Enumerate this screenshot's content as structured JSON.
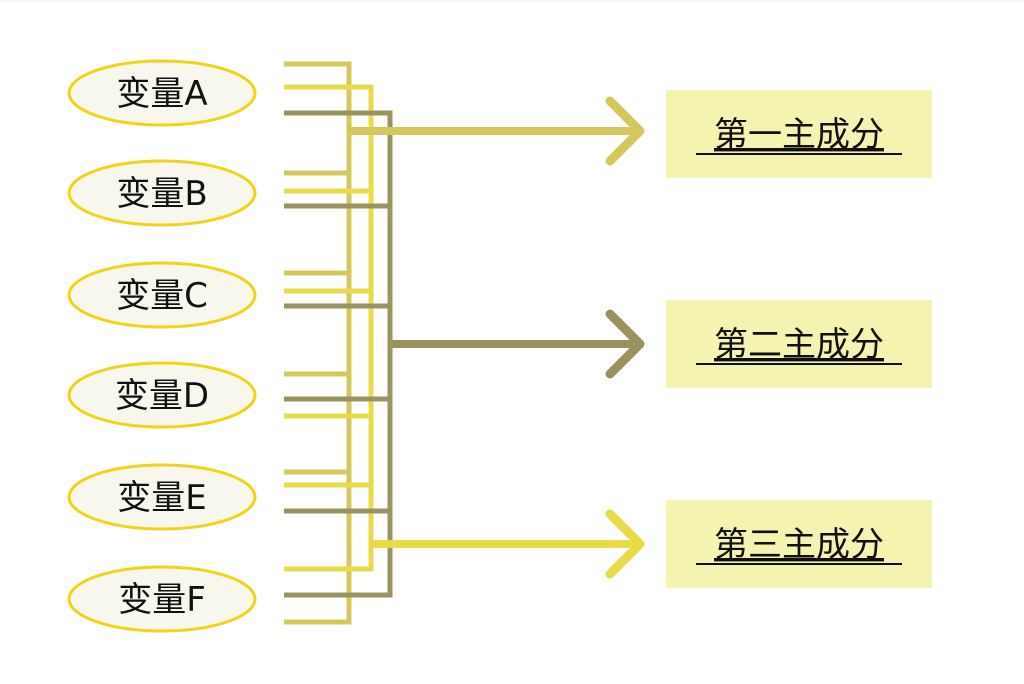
{
  "diagram": {
    "type": "pca-variable-to-component",
    "colors": {
      "ellipse_fill": "#f8f7ee",
      "ellipse_stroke": "#f2d417",
      "box_fill": "#f5f3b0",
      "component_1": "#d4c85c",
      "component_2": "#9a9360",
      "component_3": "#e8db48",
      "text": "#111111"
    },
    "variables": [
      {
        "id": "A",
        "label": "变量A"
      },
      {
        "id": "B",
        "label": "变量B"
      },
      {
        "id": "C",
        "label": "变量C"
      },
      {
        "id": "D",
        "label": "变量D"
      },
      {
        "id": "E",
        "label": "变量E"
      },
      {
        "id": "F",
        "label": "变量F"
      }
    ],
    "components": [
      {
        "id": "PC1",
        "label": "第一主成分",
        "color_key": "component_1"
      },
      {
        "id": "PC2",
        "label": "第二主成分",
        "color_key": "component_2"
      },
      {
        "id": "PC3",
        "label": "第三主成分",
        "color_key": "component_3"
      }
    ],
    "connections": [
      {
        "from": "A",
        "to": [
          "PC1",
          "PC2",
          "PC3"
        ]
      },
      {
        "from": "B",
        "to": [
          "PC1",
          "PC2",
          "PC3"
        ]
      },
      {
        "from": "C",
        "to": [
          "PC1",
          "PC2",
          "PC3"
        ]
      },
      {
        "from": "D",
        "to": [
          "PC1",
          "PC2",
          "PC3"
        ]
      },
      {
        "from": "E",
        "to": [
          "PC1",
          "PC2",
          "PC3"
        ]
      },
      {
        "from": "F",
        "to": [
          "PC1",
          "PC2",
          "PC3"
        ]
      }
    ]
  }
}
